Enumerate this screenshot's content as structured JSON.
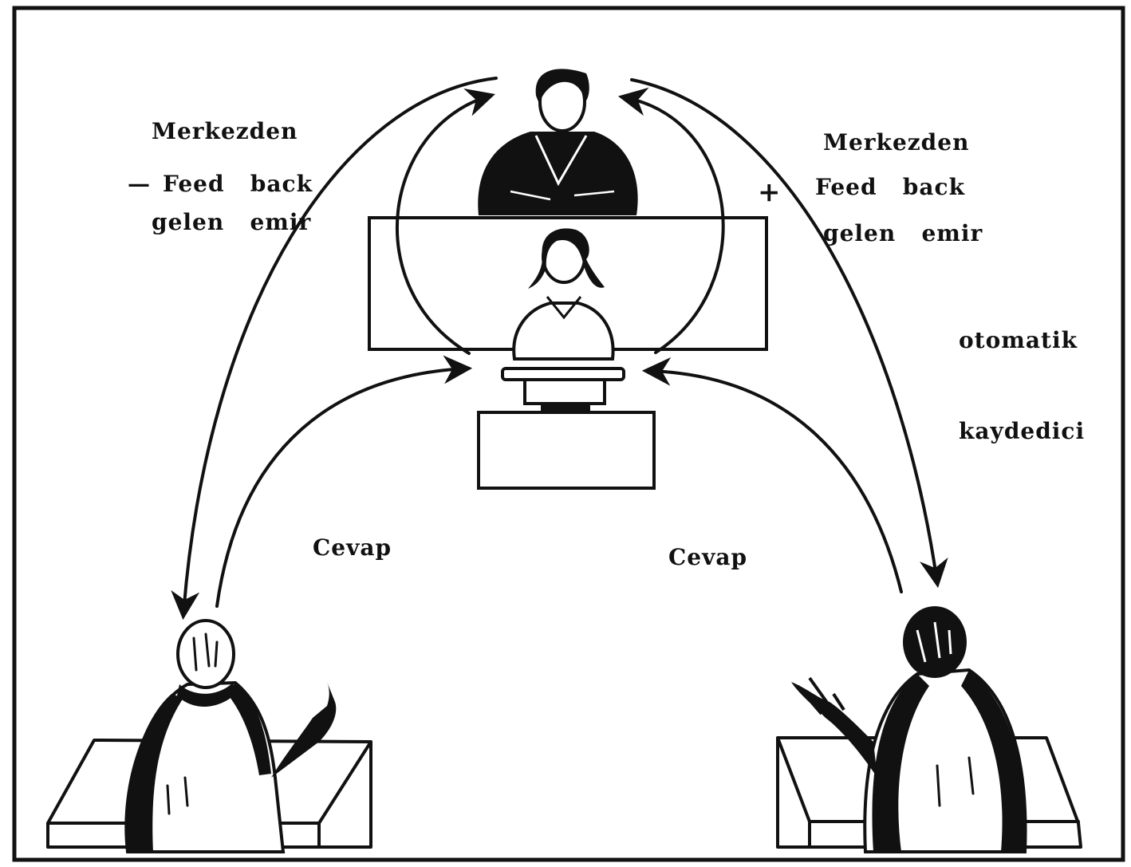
{
  "labels": {
    "left_order": [
      "Merkezden",
      "gelen   emir"
    ],
    "right_order": [
      "Merkezden",
      "gelen   emir"
    ],
    "left_feedback_sign": "—",
    "left_feedback": "Feed   back",
    "right_feedback_sign": "+",
    "right_feedback": "Feed   back",
    "recorder": [
      "otomatik",
      "kaydedici"
    ],
    "left_answer": "Cevap",
    "right_answer": "Cevap"
  },
  "colors": {
    "ink": "#111111",
    "paper": "#ffffff"
  },
  "icons": {
    "top_figure": "person-icon",
    "operator_figure": "person-icon",
    "typewriter": "typewriter-icon",
    "left_figure": "person-icon",
    "right_figure": "person-icon"
  }
}
